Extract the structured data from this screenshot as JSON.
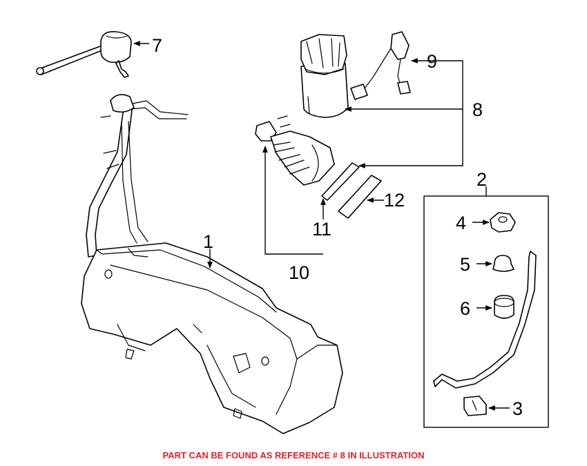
{
  "labels": {
    "l1": "1",
    "l2": "2",
    "l3": "3",
    "l4": "4",
    "l5": "5",
    "l6": "6",
    "l7": "7",
    "l8": "8",
    "l9": "9",
    "l10": "10",
    "l11": "11",
    "l12": "12"
  },
  "footer": {
    "note": "PART CAN BE FOUND AS REFERENCE # 8 IN ILLUSTRATION",
    "color": "#e8202a"
  }
}
